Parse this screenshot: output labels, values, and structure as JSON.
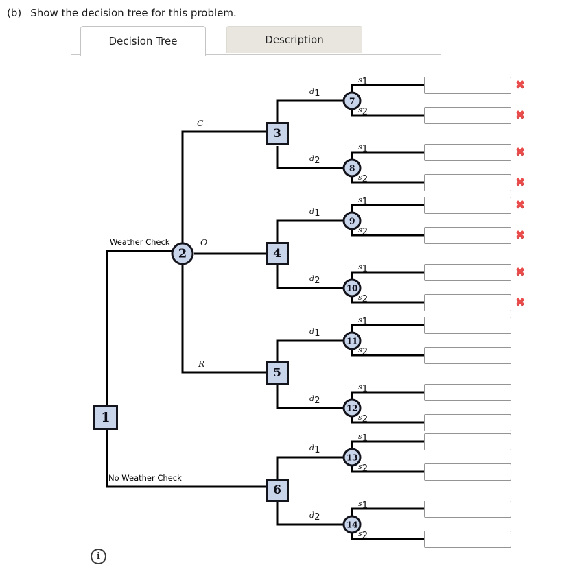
{
  "header": {
    "part_label": "(b)",
    "title": "Show the decision tree for this problem."
  },
  "tabs": [
    {
      "label": "Decision Tree",
      "active": true
    },
    {
      "label": "Description",
      "active": false
    }
  ],
  "tree": {
    "nodes": [
      {
        "id": "1",
        "label": "1",
        "shape": "square"
      },
      {
        "id": "2",
        "label": "2",
        "shape": "circle"
      },
      {
        "id": "3",
        "label": "3",
        "shape": "square"
      },
      {
        "id": "4",
        "label": "4",
        "shape": "square"
      },
      {
        "id": "5",
        "label": "5",
        "shape": "square"
      },
      {
        "id": "6",
        "label": "6",
        "shape": "square"
      },
      {
        "id": "7",
        "label": "7",
        "shape": "circle"
      },
      {
        "id": "8",
        "label": "8",
        "shape": "circle"
      },
      {
        "id": "9",
        "label": "9",
        "shape": "circle"
      },
      {
        "id": "10",
        "label": "10",
        "shape": "circle"
      },
      {
        "id": "11",
        "label": "11",
        "shape": "circle"
      },
      {
        "id": "12",
        "label": "12",
        "shape": "circle"
      },
      {
        "id": "13",
        "label": "13",
        "shape": "circle"
      },
      {
        "id": "14",
        "label": "14",
        "shape": "circle"
      }
    ],
    "branch_labels": {
      "weather_check": "Weather Check",
      "no_weather_check": "No Weather Check",
      "chance_outcomes": [
        "C",
        "O",
        "R"
      ],
      "decisions": [
        {
          "letter": "d",
          "sub": "1"
        },
        {
          "letter": "d",
          "sub": "2"
        }
      ],
      "states": [
        {
          "letter": "s",
          "sub": "1"
        },
        {
          "letter": "s",
          "sub": "2"
        }
      ]
    }
  },
  "answers": {
    "slots": [
      {
        "path": "7-s1",
        "value": "",
        "mark": "incorrect"
      },
      {
        "path": "7-s2",
        "value": "",
        "mark": "incorrect"
      },
      {
        "path": "8-s1",
        "value": "",
        "mark": "incorrect"
      },
      {
        "path": "8-s2",
        "value": "",
        "mark": "incorrect"
      },
      {
        "path": "9-s1",
        "value": "",
        "mark": "incorrect"
      },
      {
        "path": "9-s2",
        "value": "",
        "mark": "incorrect"
      },
      {
        "path": "10-s1",
        "value": "",
        "mark": "incorrect"
      },
      {
        "path": "10-s2",
        "value": "",
        "mark": "incorrect"
      },
      {
        "path": "11-s1",
        "value": "",
        "mark": "none"
      },
      {
        "path": "11-s2",
        "value": "",
        "mark": "none"
      },
      {
        "path": "12-s1",
        "value": "",
        "mark": "none"
      },
      {
        "path": "12-s2",
        "value": "",
        "mark": "none"
      },
      {
        "path": "13-s1",
        "value": "",
        "mark": "none"
      },
      {
        "path": "13-s2",
        "value": "",
        "mark": "none"
      },
      {
        "path": "14-s1",
        "value": "",
        "mark": "none"
      },
      {
        "path": "14-s2",
        "value": "",
        "mark": "none"
      }
    ]
  },
  "icons": {
    "incorrect": "✖",
    "info": "i"
  },
  "colors": {
    "node_fill": "#c8d4ea",
    "node_border": "#14141c",
    "line": "#000000",
    "incorrect_red": "#ea4d4b",
    "inactive_tab_bg": "#e9e6e0"
  }
}
